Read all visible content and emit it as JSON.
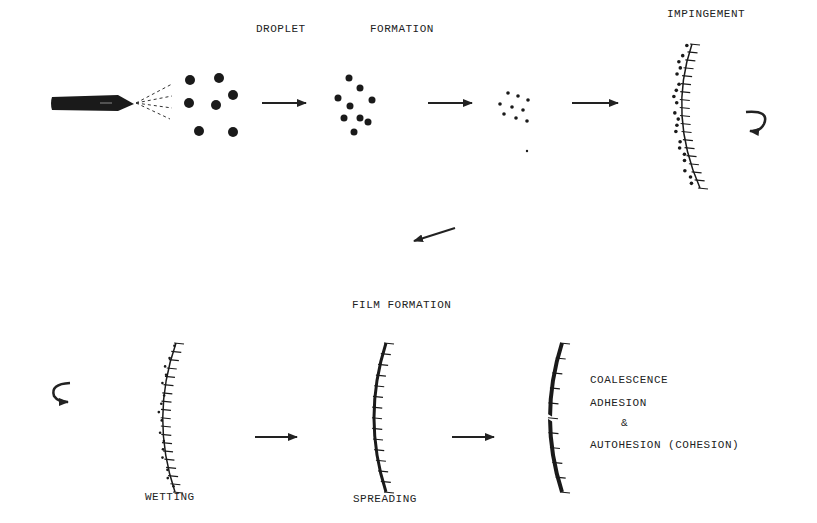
{
  "diagram": {
    "labels": [
      "DROPLET",
      "FORMATION",
      "IMPINGEMENT",
      "FILM FORMATION",
      "WETTING",
      "SPREADING",
      "COALESCENCE",
      "ADHESION",
      "&",
      "AUTOHESION (COHESION)"
    ]
  }
}
